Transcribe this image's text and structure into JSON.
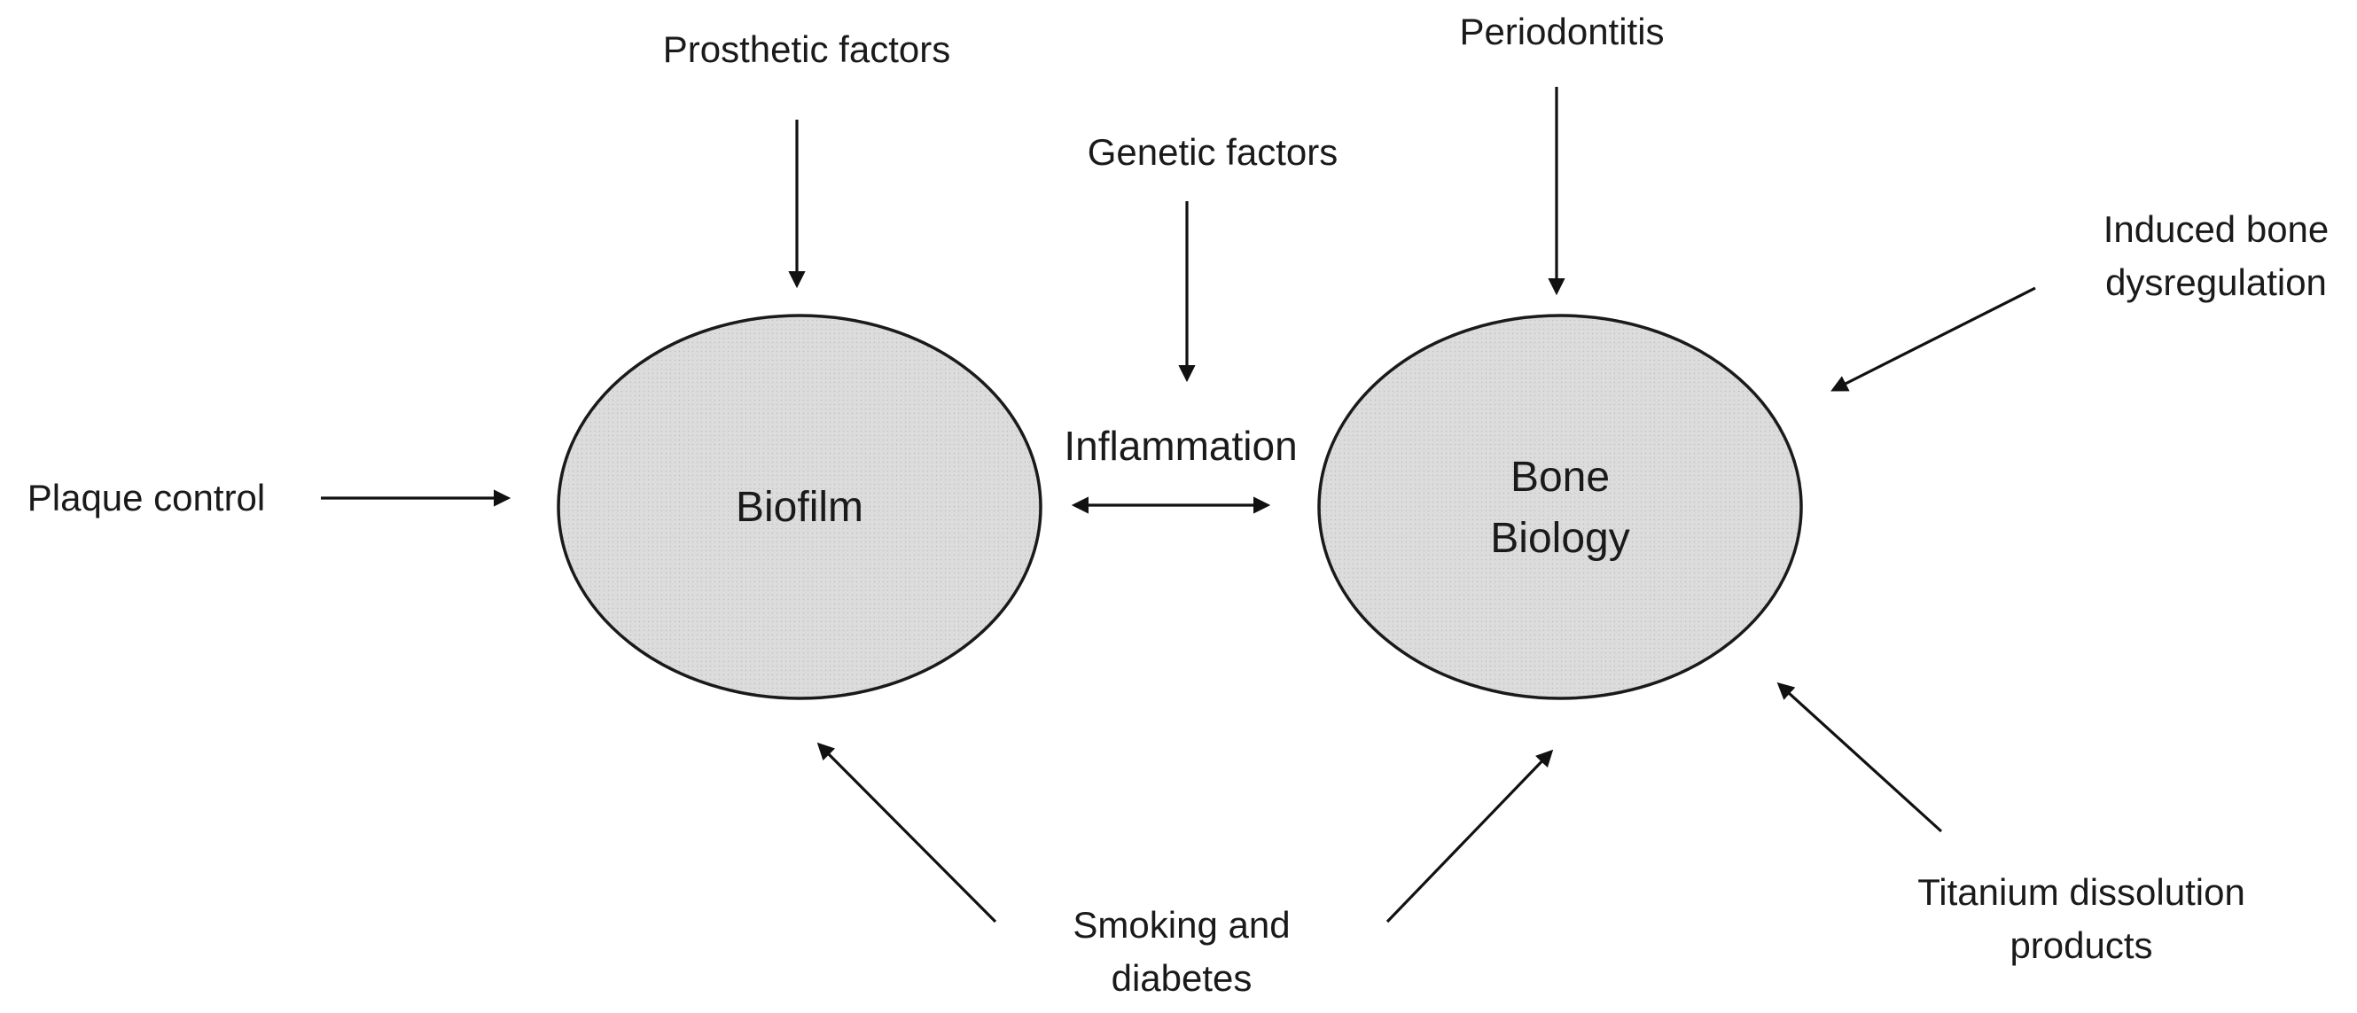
{
  "colors": {
    "node_fill": "#d9d9d9",
    "stroke": "#111111",
    "text": "#1a1a1a"
  },
  "nodes": {
    "biofilm": {
      "label": "Biofilm"
    },
    "bone": {
      "line1": "Bone",
      "line2": "Biology"
    }
  },
  "center": {
    "label": "Inflammation"
  },
  "factors": {
    "prosthetic": "Prosthetic factors",
    "genetic": "Genetic factors",
    "periodontitis": "Periodontitis",
    "induced_line1": "Induced bone",
    "induced_line2": "dysregulation",
    "plaque": "Plaque control",
    "smoking_line1": "Smoking and",
    "smoking_line2": "diabetes",
    "titanium_line1": "Titanium dissolution",
    "titanium_line2": "products"
  }
}
